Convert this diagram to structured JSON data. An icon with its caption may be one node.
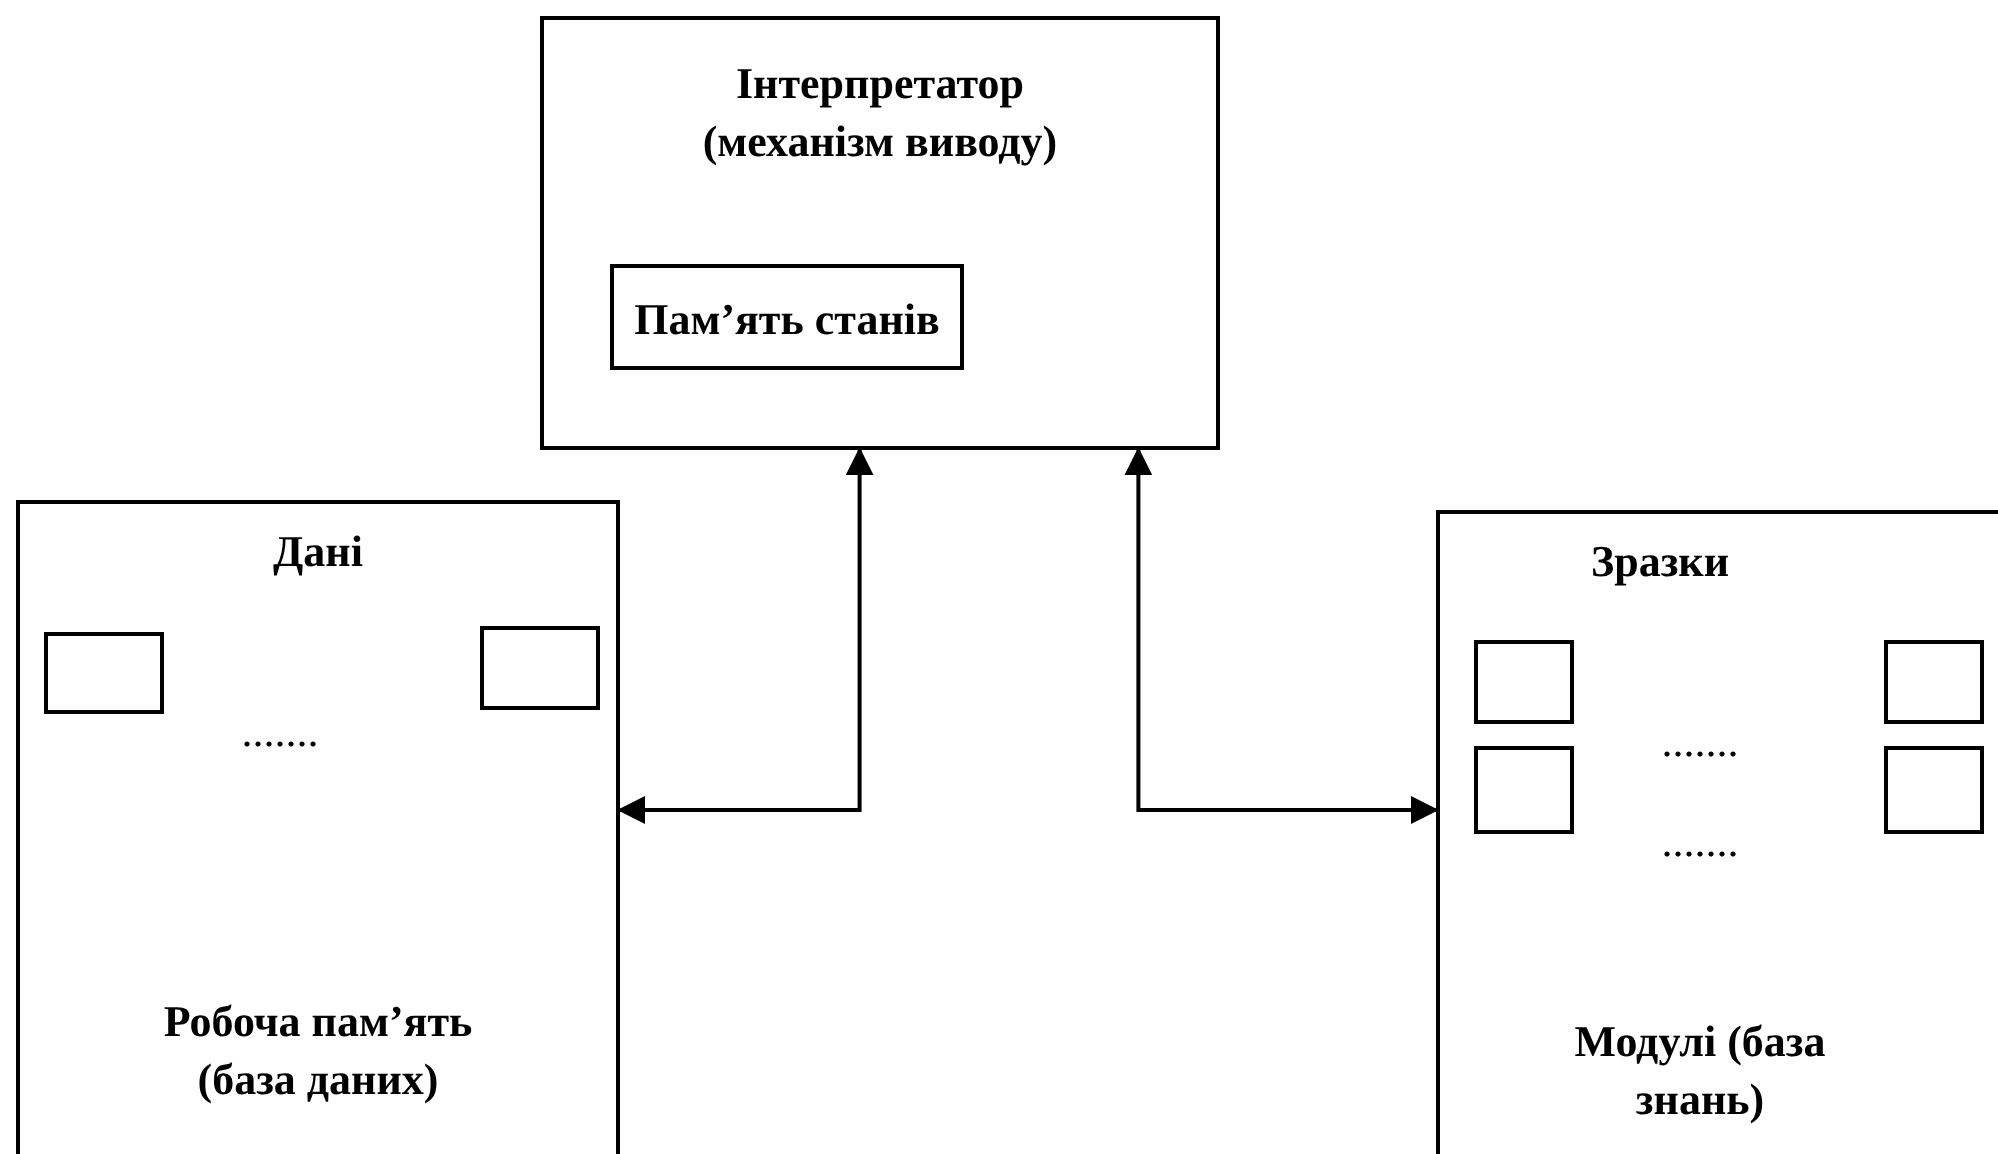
{
  "diagram": {
    "nodes": [
      {
        "text": [
          "Інтерпретатор (механізм виводу)"
        ]
      },
      {
        "text": [
          "Пам’ять станів"
        ],
        "in": 0
      },
      {
        "text": [
          "Дані",
          ".......",
          "Робоча пам’ять (база даних)"
        ]
      },
      {
        "text": [],
        "shape": "box",
        "in": 2
      },
      {
        "text": [],
        "shape": "box",
        "in": 2
      },
      {
        "text": [
          "Зразки",
          ".......",
          ".......",
          "Модулі (база знань)"
        ]
      },
      {
        "text": [],
        "shape": "box",
        "in": 5
      },
      {
        "text": [],
        "shape": "box",
        "in": 5
      },
      {
        "text": [],
        "shape": "box",
        "in": 5
      },
      {
        "text": [],
        "shape": "box",
        "in": 5
      }
    ],
    "edges": [
      {
        "from": 0,
        "to": 2,
        "arrow": "both"
      },
      {
        "from": 0,
        "to": 5,
        "arrow": "both"
      }
    ]
  }
}
